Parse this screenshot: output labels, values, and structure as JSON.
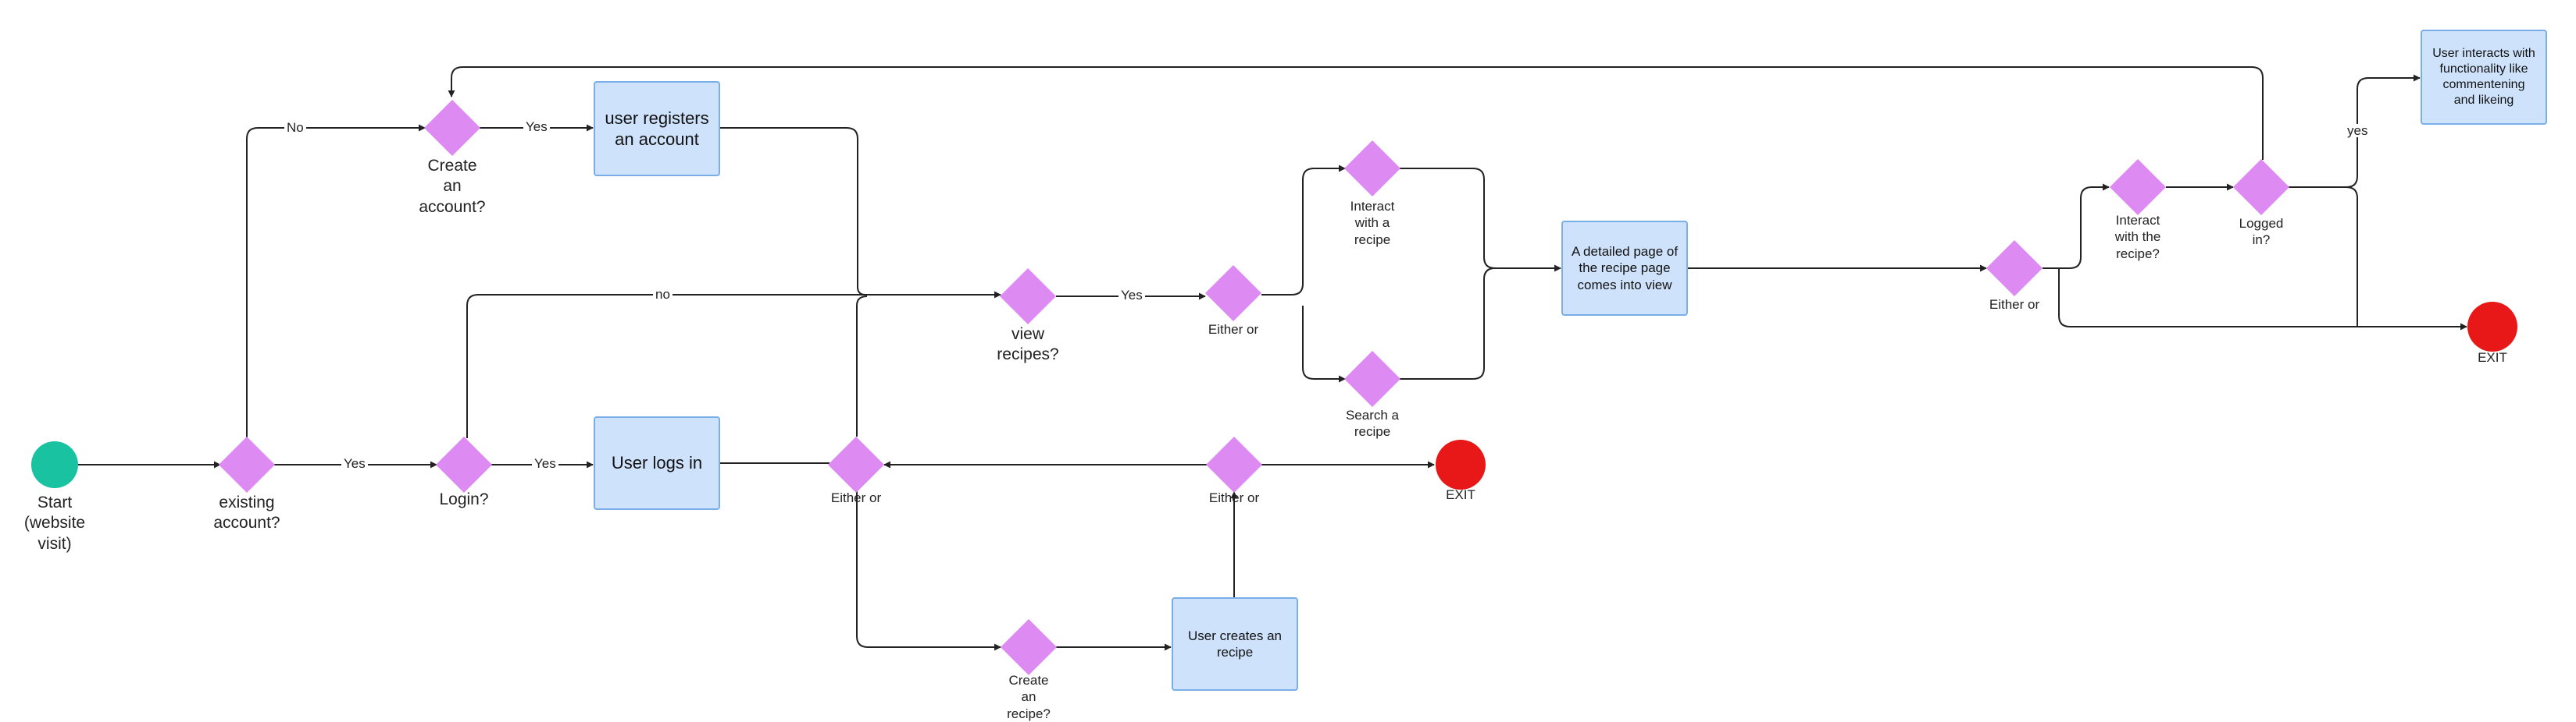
{
  "nodes": {
    "start": "Start\n(website\nvisit)",
    "existing_account": "existing\naccount?",
    "create_account": "Create\nan\naccount?",
    "user_registers": "user registers\nan account",
    "login": "Login?",
    "user_logs_in": "User logs in",
    "either_or_center": "Either or",
    "view_recipes": "view\nrecipes?",
    "either_or_mid": "Either or",
    "interact_recipe": "Interact\nwith a\nrecipe",
    "search_recipe": "Search a\nrecipe",
    "detailed_page": "A detailed page of\nthe recipe page\ncomes into view",
    "either_or_right": "Either or",
    "interact_with_recipe": "Interact\nwith the\nrecipe?",
    "logged_in": "Logged\nin?",
    "user_interacts": "User interacts with\nfunctionality like\ncommentening\nand likeing",
    "exit_right": "EXIT",
    "either_or_bottom": "Either or",
    "exit_mid": "EXIT",
    "create_recipe": "Create\nan\nrecipe?",
    "user_creates": "User creates an\nrecipe"
  },
  "edge_labels": {
    "no_create": "No",
    "yes_register": "Yes",
    "yes_login": "Yes",
    "yes_logs_in": "Yes",
    "no_view": "no",
    "yes_view": "Yes",
    "yes_logged": "yes"
  },
  "colors": {
    "decision": "#dd8bf2",
    "start": "#19c2a0",
    "exit": "#e81818",
    "process_fill": "#cfe2fb",
    "process_border": "#7aaee6",
    "line": "#222222"
  }
}
